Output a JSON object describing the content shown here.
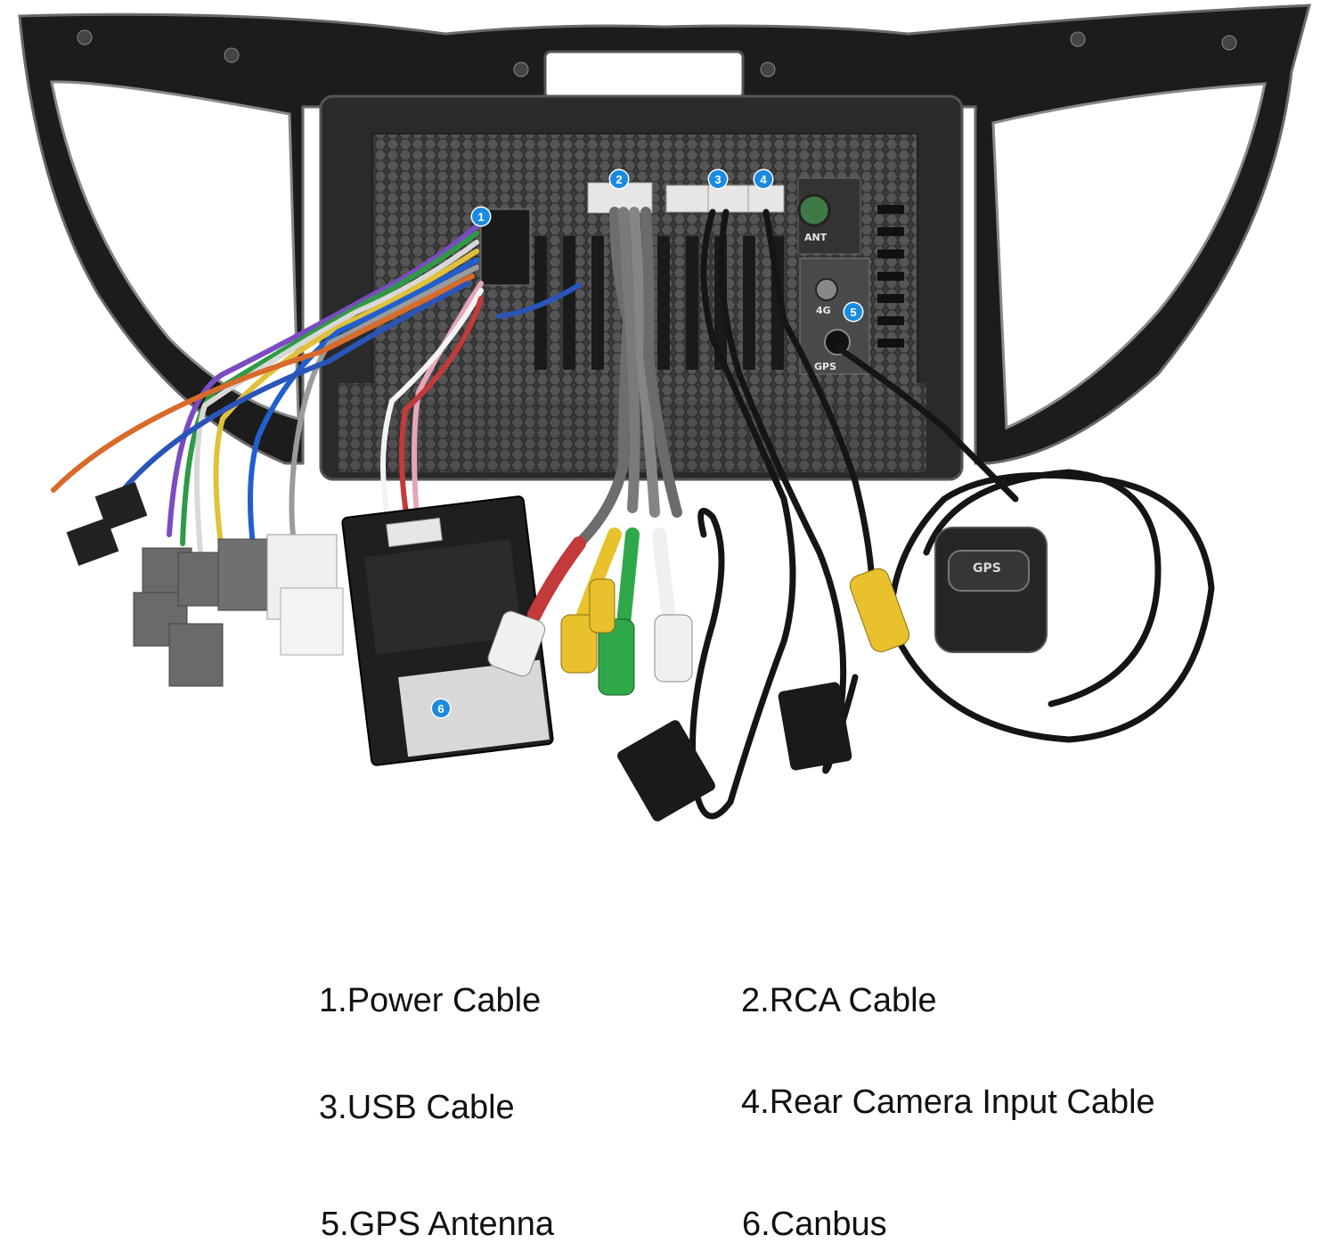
{
  "callouts": [
    "1",
    "2",
    "3",
    "4",
    "5",
    "6"
  ],
  "panel_labels": {
    "antenna": "ANT",
    "lte": "4G",
    "gps_port": "GPS",
    "gps_module": "GPS"
  },
  "legend": [
    "1.Power Cable",
    "2.RCA Cable",
    "3.USB Cable",
    "4.Rear Camera Input Cable",
    "5.GPS Antenna",
    "6.Canbus"
  ]
}
